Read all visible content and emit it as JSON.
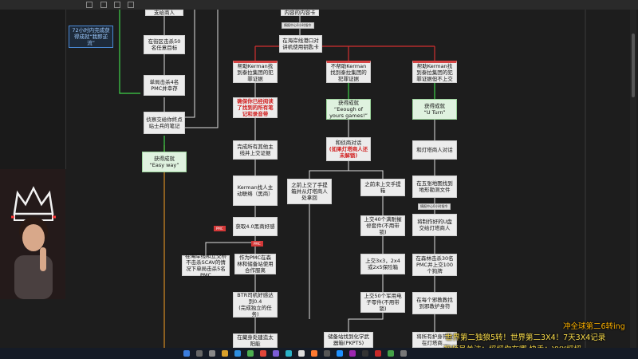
{
  "overlay": {
    "line1": "冲全球第二6转ing",
    "line2": "世界第二独狼5转！世界第二3X4！7天3X4记录",
    "line3": "视频号关注：摇摇你在哪 快手：YYX摇摇"
  },
  "note_left": "72小时内完成获得成就“我即逆流”",
  "tags": {
    "trader_hours": "情报中心0小时指令",
    "trader_hours2": "情报中心0小时指令",
    "pmc": "PMC",
    "pmc2": "PMC"
  },
  "boxes": {
    "top_left": "支给商人",
    "top_center": "内容的内容卡",
    "harbor": "在海岸线港口对讲机使用钥匙卡",
    "kill_pmc": "在街区击杀50名任意目标",
    "single_kill": "单局击杀4名PMC并幸存",
    "deliver_note": "侦察交给你终点站士兵的笔记",
    "easy_way": "获得成就\n“Easy way”",
    "help_kerman_a": "帮助Kerman找到泰拉集团的犯罪证据",
    "no_help": "不帮助Kerman找到泰拉集团的犯罪证据",
    "help_kerman_b": "帮助Kerman找到泰拉集团的犯罪证据但不上交",
    "confirm_red": "确保你已经阅读了找到的所有笔记和录音带",
    "enough_yours": "获得成就\n“Eeough of yours games!”",
    "u_turn": "获得成就\n“U Turn”",
    "talk_trader": "和侦商对话",
    "talk_trader_red": "(如果灯塔商人还未解锁)",
    "complete_main": "完成所有其他主线并上交证据",
    "kerman_mod": "Kerman找人主动联络（黑商）",
    "talk_lighthouse": "和灯塔商人对话",
    "before_submit": "之前上交了手提箱并从灯塔商人处拿回",
    "not_submit": "之前未上交手提箱",
    "find_map": "在五张地图找到地形勘测文件",
    "obtain_rep": "获取4.0黑商好感",
    "submit_40": "上交40个满耐摧修套件(不用带锁)",
    "make_usb": "将制作好的U盘交给灯塔商人",
    "harbor_kill": "在海岸线和立交桥不击杀SCAV的情况下单局击杀5名PMC",
    "pmc_forest": "作为PMC在森林和储备站使用合作服离",
    "submit_3x3": "上交3x3，2x4或2x5保险箱",
    "forest_kill": "在森林击杀30名PMC并上交100个狗牌",
    "btr_rep": "BTR司机好感达到0.4\n(完成独立的任务)",
    "submit_50": "上交50个军用电子零件(不用带锁)",
    "find_church": "在每个邪教教找到邪教护身符",
    "hide_at": "在藏身处建造太阳能",
    "storage_room": "储备站找到化学武器箱(PKPTS)",
    "bottom_right": "将所有护身符放在灯塔商..."
  }
}
